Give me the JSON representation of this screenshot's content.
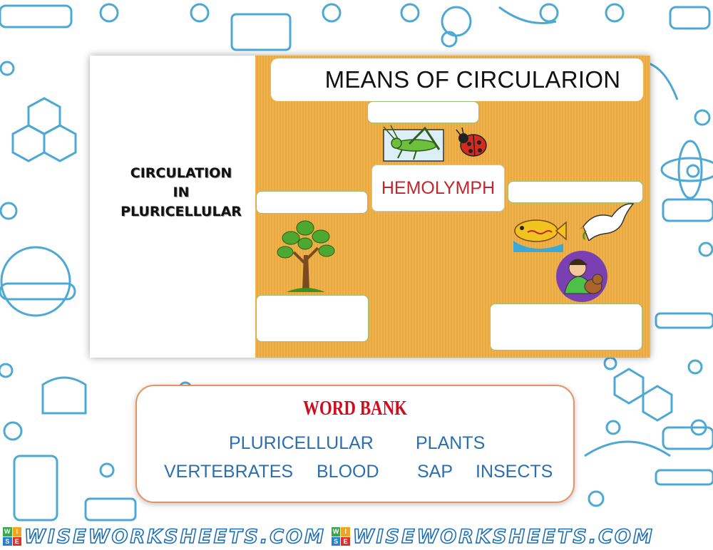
{
  "worksheet": {
    "side_title": "CIRCULATION\nIN\nPLURICELLULAR",
    "title": "MEANS OF CIRCULARION",
    "center_label": "HEMOLYMPH",
    "answer_boxes": [
      "",
      "",
      "",
      "",
      ""
    ]
  },
  "word_bank": {
    "title": "WORD BANK",
    "words": [
      "PLURICELLULAR",
      "PLANTS",
      "VERTEBRATES",
      "BLOOD",
      "SAP",
      "INSECTS"
    ]
  },
  "footer": {
    "brand": "WISEWORKSHEETS.COM",
    "logo_letters": [
      "W",
      "I",
      "S",
      "E"
    ]
  },
  "colors": {
    "panel_orange": "#eeae42",
    "title_red": "#c0272d",
    "word_bank_red": "#d10b1e",
    "word_blue": "#2a6fb0",
    "brand_blue": "#1f6fb4",
    "background_line": "#3a9fd0"
  },
  "icons": [
    "grasshopper-icon",
    "ladybug-icon",
    "tree-icon",
    "fish-icon",
    "dove-icon",
    "boy-with-dog-icon"
  ]
}
